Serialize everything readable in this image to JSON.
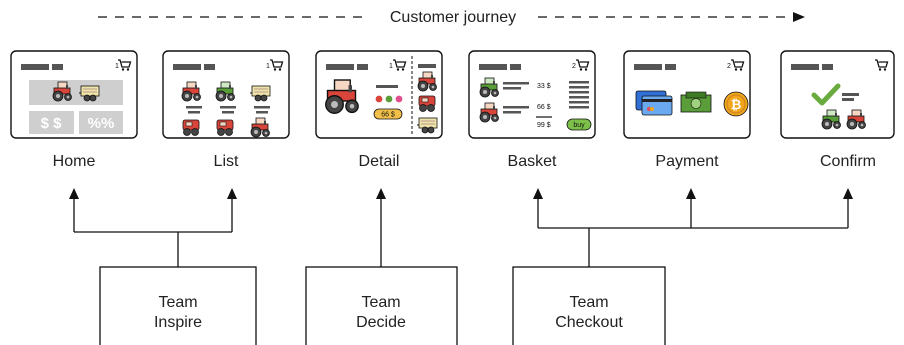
{
  "journey": {
    "title": "Customer journey"
  },
  "screens": [
    {
      "id": "home",
      "label": "Home",
      "cart_count": "1"
    },
    {
      "id": "list",
      "label": "List",
      "cart_count": "1"
    },
    {
      "id": "detail",
      "label": "Detail",
      "cart_count": "1",
      "price_tag": "66 $"
    },
    {
      "id": "basket",
      "label": "Basket",
      "cart_count": "2",
      "lines": [
        "33 $",
        "66 $"
      ],
      "total": "99 $",
      "buy_label": "buy"
    },
    {
      "id": "payment",
      "label": "Payment",
      "cart_count": "2"
    },
    {
      "id": "confirm",
      "label": "Confirm",
      "cart_count": ""
    }
  ],
  "home_promos": {
    "dollars": "$ $",
    "percent": "%%"
  },
  "teams": [
    {
      "id": "inspire",
      "line1": "Team",
      "line2": "Inspire"
    },
    {
      "id": "decide",
      "line1": "Team",
      "line2": "Decide"
    },
    {
      "id": "checkout",
      "line1": "Team",
      "line2": "Checkout"
    }
  ],
  "colors": {
    "line": "#111111",
    "placeholder": "#555555",
    "promo_bg": "#cfcfcf",
    "buy_button": "#7cc04a",
    "price_tag": "#f2c04a",
    "checkmark": "#6aab3f",
    "tractor_red": "#d9453a",
    "tractor_green": "#5a9e3a",
    "coin": "#f0a51c"
  }
}
